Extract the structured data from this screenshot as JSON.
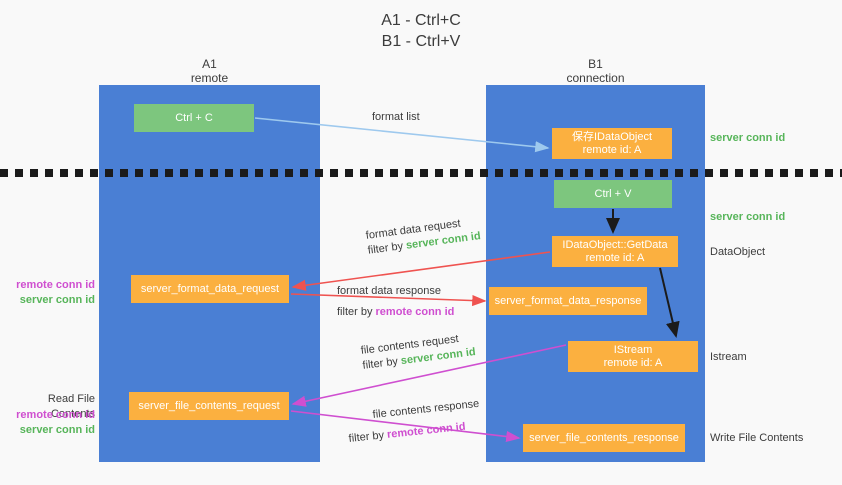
{
  "title": "A1 - Ctrl+C\nB1 - Ctrl+V",
  "columns": {
    "left": {
      "name": "A1",
      "role": "remote",
      "header": "A1\nremote"
    },
    "right": {
      "name": "B1",
      "role": "connection",
      "header": "B1\nconnection"
    }
  },
  "colors": {
    "lane": "#4a7fd4",
    "green_box": "#7dc67e",
    "orange_box": "#fbb040",
    "server_conn": "#57b55a",
    "remote_conn": "#cf4fd0",
    "arrow_light_blue": "#9ec9ee",
    "arrow_red": "#ef5350",
    "arrow_purple": "#cf4fd0",
    "arrow_black": "#1b1b1b",
    "background": "#f9f9f9"
  },
  "boxes": {
    "ctrl_c": "Ctrl + C",
    "save_idataobject": "保存IDataObject\nremote id: A",
    "ctrl_v": "Ctrl + V",
    "getdata": "IDataObject::GetData\nremote id: A",
    "server_format_data_request": "server_format_data_request",
    "server_format_data_response": "server_format_data_response",
    "istream": "IStream\nremote id: A",
    "server_file_contents_request": "server_file_contents_request",
    "server_file_contents_response": "server_file_contents_response"
  },
  "annotations": {
    "format_list": "format list",
    "format_data_request": "format data request",
    "filter_by": "filter by ",
    "server_conn_id": "server conn id",
    "remote_conn_id": "remote conn id",
    "format_data_response": "format data response",
    "file_contents_request": "file contents request",
    "file_contents_response": "file contents response"
  },
  "right_labels": {
    "server_conn_top": "server conn id",
    "server_conn_mid": "server conn id",
    "dataobject": "DataObject",
    "istream": "Istream",
    "write_file_contents": "Write File Contents"
  },
  "left_labels": {
    "read_file_contents": "Read File Contents",
    "remote_conn_id": "remote conn id",
    "server_conn_id": "server conn id"
  }
}
